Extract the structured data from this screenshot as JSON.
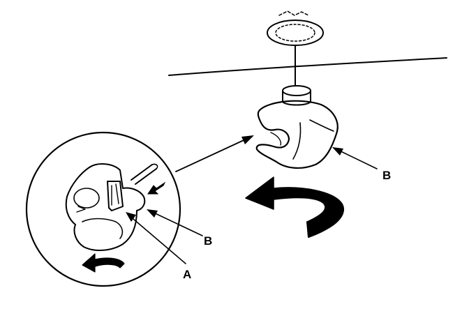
{
  "diagram": {
    "callouts": {
      "a_inset": "A",
      "b_inset": "B",
      "b_main": "B"
    },
    "colors": {
      "ink": "#000000",
      "paper": "#ffffff"
    },
    "icons": {
      "main_rotation": "curved-arrow-counterclockwise",
      "inset_rotation": "curved-arrow-counterclockwise"
    }
  }
}
